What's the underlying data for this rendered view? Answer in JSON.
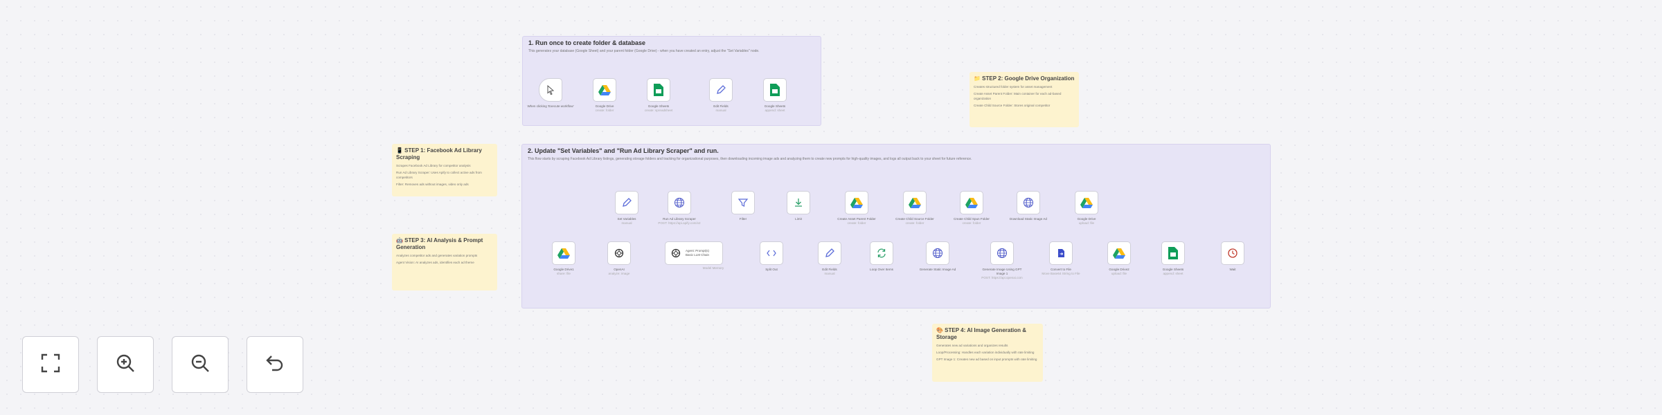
{
  "groups": {
    "setup": {
      "title": "1. Run once to create folder & database",
      "desc": "This generates your database (Google Sheet) and your parent folder (Google Drive) - when you have created an entry, adjust the \"Set Variables\" node."
    },
    "main": {
      "title": "2. Update \"Set Variables\" and \"Run Ad Library Scraper\" and run.",
      "desc": "This flow starts by scraping Facebook Ad Library listings, generating storage folders and tracking for organizational purposes, then downloading incoming image ads and analyzing them to create new prompts for high-quality images, and logs all output back to your sheet for future reference."
    }
  },
  "stickies": {
    "s1": {
      "title": "📱 STEP 1: Facebook Ad Library Scraping",
      "lines": [
        "Scrapes Facebook Ad Library for competitor analysis",
        "Run Ad Library Scraper: Uses Apify to collect active ads from competitors",
        "Filter: Removes ads without images, video only ads"
      ]
    },
    "s2": {
      "title": "📁 STEP 2: Google Drive Organization",
      "lines": [
        "Creates structured folder system for asset management",
        "Create Asset Parent Folder: Main container for each ad-based organization",
        "Create Child Source Folder: Stores original competitor"
      ]
    },
    "s3": {
      "title": "🤖 STEP 3: AI Analysis & Prompt Generation",
      "lines": [
        "Analyzes competitor ads and generates variation prompts",
        "Agent Vision: AI analyzes ads, identifies each ad theme"
      ]
    },
    "s4": {
      "title": "🎨 STEP 4: AI Image Generation & Storage",
      "lines": [
        "Generates new ad variations and organizes results",
        "Loop/Processing: Handles each variation individually with rate limiting",
        "GPT Image 1: Creates new ad based on input prompts with rate limiting"
      ]
    }
  },
  "setup_nodes": [
    {
      "icon": "cursor-icon",
      "label": "When clicking 'Execute workflow'",
      "sub": ""
    },
    {
      "icon": "google-drive-icon",
      "label": "Google Drive",
      "sub": "create: folder"
    },
    {
      "icon": "google-sheets-icon",
      "label": "Google Sheets",
      "sub": "create: spreadsheet"
    },
    {
      "icon": "pencil-icon",
      "label": "Edit Fields",
      "sub": "manual"
    },
    {
      "icon": "google-sheets-icon",
      "label": "Google Sheets",
      "sub": "append: sheet"
    }
  ],
  "row1_nodes": [
    {
      "icon": "pencil-icon",
      "label": "Set Variables",
      "sub": "manual"
    },
    {
      "icon": "globe-icon",
      "label": "Run Ad Library Scraper",
      "sub": "POST: https://api.apify.com/v2"
    },
    {
      "icon": "filter-icon",
      "label": "Filter",
      "sub": ""
    },
    {
      "icon": "download-icon",
      "label": "Limit",
      "sub": ""
    },
    {
      "icon": "google-drive-icon",
      "label": "Create Asset Parent Folder",
      "sub": "create: folder"
    },
    {
      "icon": "google-drive-icon",
      "label": "Create Child Source Folder",
      "sub": "create: folder"
    },
    {
      "icon": "google-drive-icon",
      "label": "Create Child Spun Folder",
      "sub": "create: folder"
    },
    {
      "icon": "globe-icon",
      "label": "Download Static Image Ad",
      "sub": ""
    },
    {
      "icon": "google-drive-icon",
      "label": "Google Drive",
      "sub": "upload: file"
    }
  ],
  "row2_nodes": [
    {
      "icon": "google-drive-icon",
      "label": "Google Drive1",
      "sub": "share: file"
    },
    {
      "icon": "openai-icon",
      "label": "OpenAI",
      "sub": "analyze: image"
    },
    {
      "icon": "openai-icon",
      "label": "",
      "sub": ""
    },
    {
      "icon": "code-icon",
      "label": "Split Out",
      "sub": ""
    },
    {
      "icon": "pencil-icon",
      "label": "Edit Fields",
      "sub": "manual"
    },
    {
      "icon": "loop-icon",
      "label": "Loop Over Items",
      "sub": ""
    },
    {
      "icon": "globe-icon",
      "label": "Generate Static Image Ad",
      "sub": ""
    },
    {
      "icon": "globe-icon",
      "label": "Generate Image Using GPT Image 1",
      "sub": "POST: https://api.openai.com"
    },
    {
      "icon": "file-convert-icon",
      "label": "Convert to File",
      "sub": "Move Base64 String to File"
    },
    {
      "icon": "google-drive-icon",
      "label": "Google Drive2",
      "sub": "upload: file"
    },
    {
      "icon": "google-sheets-icon",
      "label": "Google Sheets",
      "sub": "append: sheet"
    },
    {
      "icon": "clock-icon",
      "label": "Wait",
      "sub": ""
    }
  ],
  "agent_node": {
    "title": "Agent: Prompt(s)",
    "sub": "Basic LLM Chain",
    "tail": "Model  Memory"
  },
  "controls": [
    {
      "icon": "fit-view-icon",
      "name": "fit-view-button"
    },
    {
      "icon": "zoom-in-icon",
      "name": "zoom-in-button"
    },
    {
      "icon": "zoom-out-icon",
      "name": "zoom-out-button"
    },
    {
      "icon": "undo-icon",
      "name": "reset-zoom-button"
    }
  ],
  "colors": {
    "group_bg": "#e7e4f6",
    "sticky_bg": "#fdf3cf",
    "node_border": "#cfcfd8",
    "canvas_bg": "#f4f4f7"
  }
}
